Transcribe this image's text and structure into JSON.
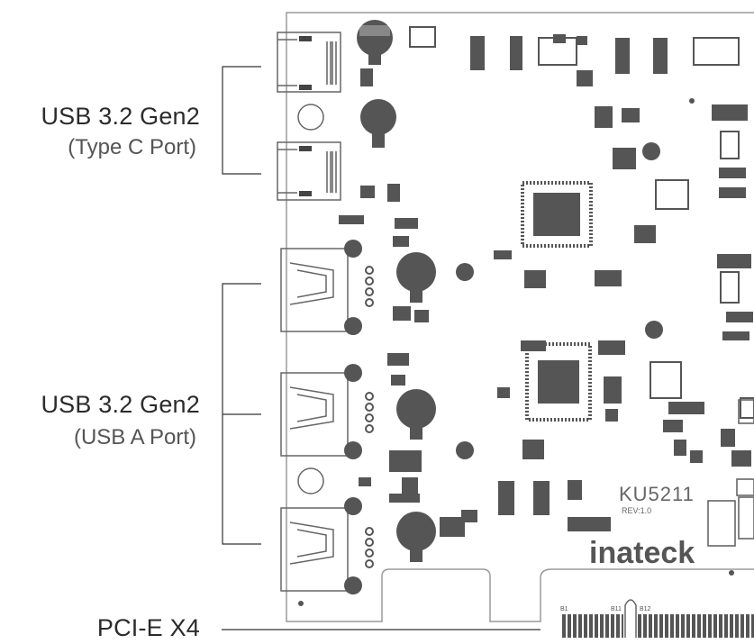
{
  "labels": {
    "type_c_title": "USB 3.2 Gen2",
    "type_c_sub": "(Type C Port)",
    "usb_a_title": "USB 3.2 Gen2",
    "usb_a_sub": "(USB A Port)",
    "pcie": "PCI-E X4"
  },
  "board": {
    "model": "KU5211",
    "revision": "REV:1.0",
    "brand": "inateck",
    "finger_b1": "B1",
    "finger_b11": "B11",
    "finger_b12": "B12"
  },
  "colors": {
    "outline": "#9a9a9a",
    "component": "#555555",
    "text": "#2b2b2b"
  }
}
